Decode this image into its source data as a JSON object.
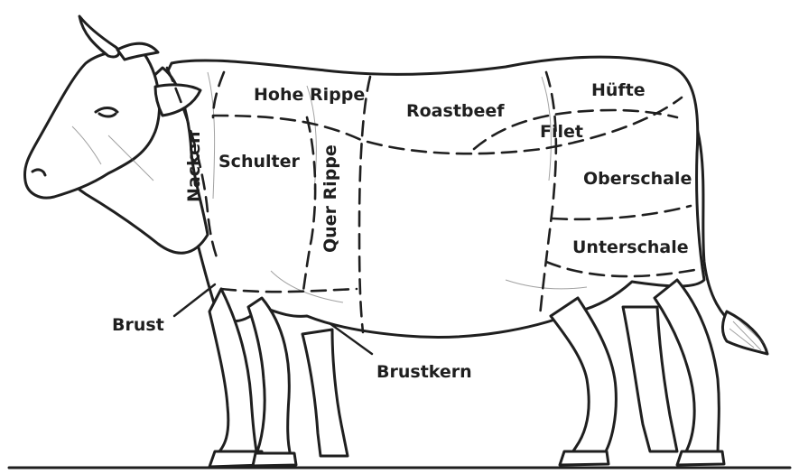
{
  "diagram": {
    "labels": {
      "hohe_rippe": "Hohe Rippe",
      "roastbeef": "Roastbeef",
      "huefte": "Hüfte",
      "filet": "Filet",
      "nacken": "Nacken",
      "schulter": "Schulter",
      "quer_rippe": "Quer Rippe",
      "oberschale": "Oberschale",
      "unterschale": "Unterschale",
      "brust": "Brust",
      "brustkern": "Brustkern"
    },
    "colors": {
      "ink": "#1f1f1f",
      "background": "#ffffff"
    }
  }
}
